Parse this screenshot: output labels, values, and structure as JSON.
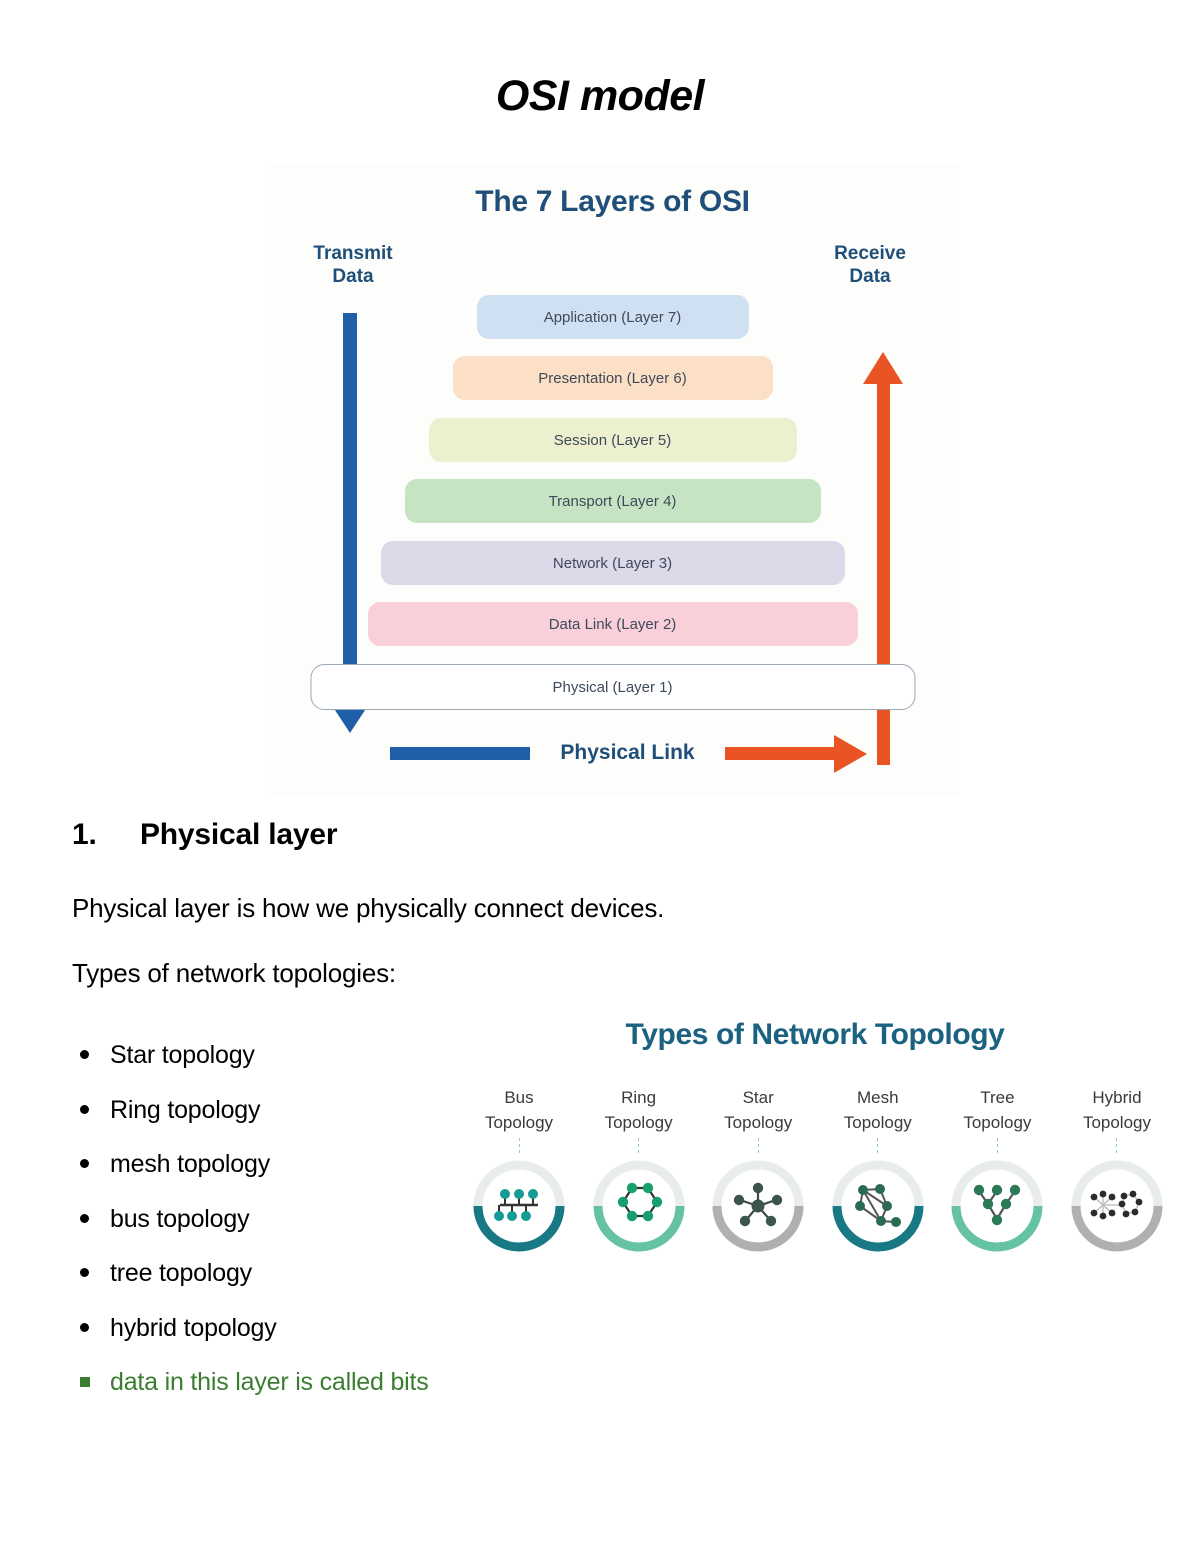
{
  "document": {
    "title": "OSI model"
  },
  "osi_figure": {
    "heading": "The 7 Layers of OSI",
    "transmit_label": "Transmit\nData",
    "transmit_line1": "Transmit",
    "transmit_line2": "Data",
    "receive_line1": "Receive",
    "receive_line2": "Data",
    "physical_link_label": "Physical Link",
    "transmit_arrow_color": "#1f5fa8",
    "receive_arrow_color": "#ea5424",
    "heading_color": "#1f4e79",
    "layers": [
      {
        "label": "Application (Layer 7)",
        "color": "#cfe0f3"
      },
      {
        "label": "Presentation (Layer 6)",
        "color": "#fbe0c6"
      },
      {
        "label": "Session (Layer 5)",
        "color": "#edf0ce"
      },
      {
        "label": "Transport (Layer 4)",
        "color": "#c6e4c4"
      },
      {
        "label": "Network (Layer 3)",
        "color": "#dcd9e9"
      },
      {
        "label": "Data Link (Layer 2)",
        "color": "#f9d0da"
      },
      {
        "label": "Physical (Layer 1)",
        "color": "#ffffff"
      }
    ]
  },
  "section": {
    "number": "1.",
    "heading": "Physical layer",
    "paragraph_1": "Physical layer is how we physically connect devices.",
    "paragraph_2": "Types of network topologies:"
  },
  "bullet_list": {
    "items": [
      {
        "text": "Star topology",
        "style": "black"
      },
      {
        "text": "Ring topology",
        "style": "black"
      },
      {
        "text": "mesh topology",
        "style": "black"
      },
      {
        "text": "bus topology",
        "style": "black"
      },
      {
        "text": "tree topology",
        "style": "black"
      },
      {
        "text": "hybrid topology",
        "style": "black"
      },
      {
        "text": "data in this layer is called bits",
        "style": "green"
      }
    ],
    "green_color": "#3a7d31"
  },
  "topology_figure": {
    "heading": "Types of Network Topology",
    "heading_color": "#1b6180",
    "items": [
      {
        "line1": "Bus",
        "line2": "Topology",
        "arc_color": "#187884",
        "icon": "bus-topology-icon"
      },
      {
        "line1": "Ring",
        "line2": "Topology",
        "arc_color": "#66c2a5",
        "icon": "ring-topology-icon"
      },
      {
        "line1": "Star",
        "line2": "Topology",
        "arc_color": "#b0b0b0",
        "icon": "star-topology-icon"
      },
      {
        "line1": "Mesh",
        "line2": "Topology",
        "arc_color": "#187884",
        "icon": "mesh-topology-icon"
      },
      {
        "line1": "Tree",
        "line2": "Topology",
        "arc_color": "#66c2a5",
        "icon": "tree-topology-icon"
      },
      {
        "line1": "Hybrid",
        "line2": "Topology",
        "arc_color": "#b0b0b0",
        "icon": "hybrid-topology-icon"
      }
    ]
  }
}
